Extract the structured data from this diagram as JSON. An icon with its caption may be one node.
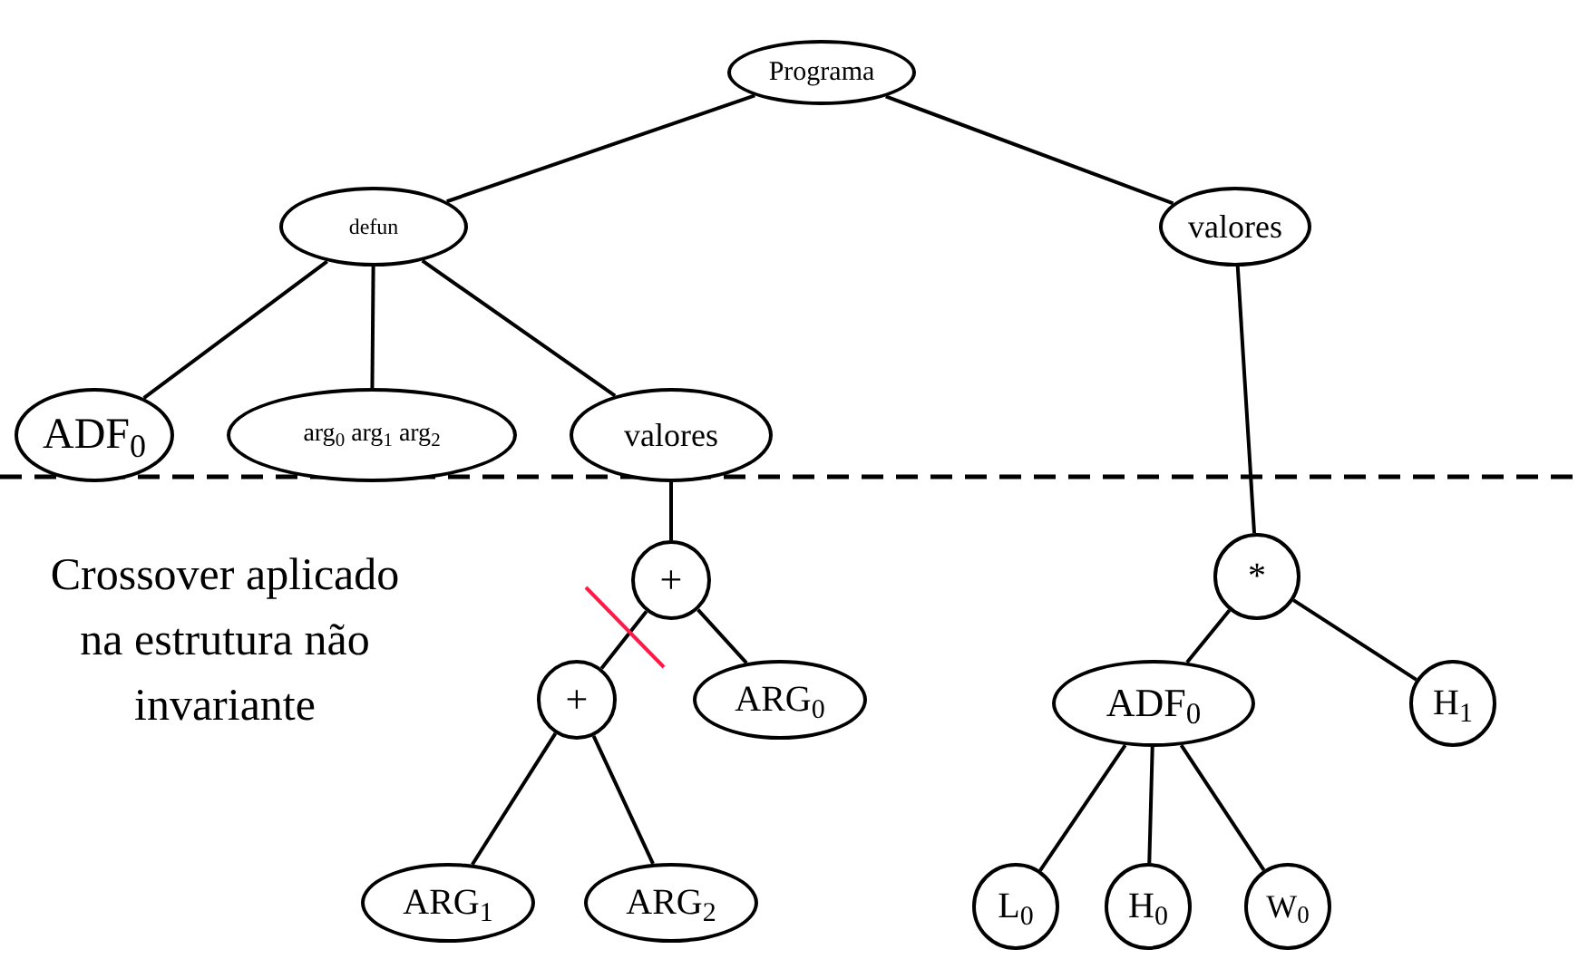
{
  "diagram": {
    "nodes": [
      {
        "text": [
          "Programa"
        ]
      },
      {
        "text": [
          "defun"
        ]
      },
      {
        "text": [
          "valores"
        ]
      },
      {
        "text": [
          "ADF$_{0}$"
        ]
      },
      {
        "text": [
          "arg$_{0}$ arg$_{1}$ arg$_{2}$"
        ]
      },
      {
        "text": [
          "valores"
        ]
      },
      {
        "text": [
          "+"
        ]
      },
      {
        "text": [
          "+"
        ]
      },
      {
        "text": [
          "ARG$_{0}$"
        ]
      },
      {
        "text": [
          "ARG$_{1}$"
        ]
      },
      {
        "text": [
          "ARG$_{2}$"
        ]
      },
      {
        "text": [
          "*"
        ]
      },
      {
        "text": [
          "ADF$_{0}$"
        ]
      },
      {
        "text": [
          "H$_{1}$"
        ]
      },
      {
        "text": [
          "L$_{0}$"
        ]
      },
      {
        "text": [
          "H$_{0}$"
        ]
      },
      {
        "text": [
          "W$_{0}$"
        ]
      }
    ],
    "edges": [
      {
        "from": 0,
        "to": 1,
        "arrow": "none"
      },
      {
        "from": 0,
        "to": 2,
        "arrow": "none"
      },
      {
        "from": 1,
        "to": 3,
        "arrow": "none"
      },
      {
        "from": 1,
        "to": 4,
        "arrow": "none"
      },
      {
        "from": 1,
        "to": 5,
        "arrow": "none"
      },
      {
        "from": 5,
        "to": 6,
        "arrow": "none"
      },
      {
        "from": 2,
        "to": 11,
        "arrow": "none"
      },
      {
        "from": 6,
        "to": 7,
        "arrow": "none"
      },
      {
        "from": 6,
        "to": 8,
        "arrow": "none"
      },
      {
        "from": 7,
        "to": 9,
        "arrow": "none"
      },
      {
        "from": 7,
        "to": 10,
        "arrow": "none"
      },
      {
        "from": 11,
        "to": 12,
        "arrow": "none"
      },
      {
        "from": 11,
        "to": 13,
        "arrow": "none"
      },
      {
        "from": 12,
        "to": 14,
        "arrow": "none"
      },
      {
        "from": 12,
        "to": 15,
        "arrow": "none"
      },
      {
        "from": 12,
        "to": 16,
        "arrow": "none"
      }
    ],
    "labels": [
      "Crossover aplicado na estrutura não invariante"
    ]
  }
}
